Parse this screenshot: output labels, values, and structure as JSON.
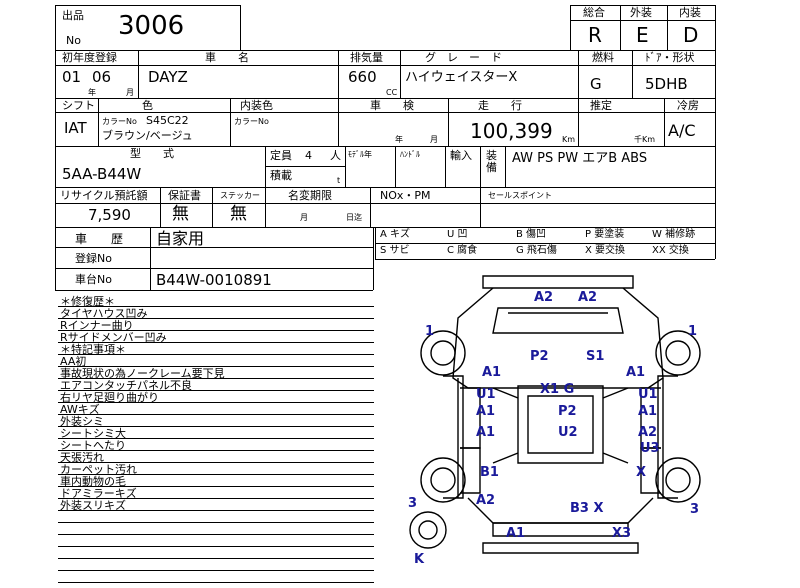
{
  "header": {
    "lot_label_top": "出品",
    "lot_label_bottom": "No",
    "lot_number": "3006",
    "grades": {
      "overall_label": "総合",
      "exterior_label": "外装",
      "interior_label": "内装",
      "overall": "R",
      "exterior": "E",
      "interior": "D"
    }
  },
  "row1": {
    "first_reg_label": "初年度登録",
    "name_label": "車　　名",
    "displacement_label": "排気量",
    "grade_label": "グ　レ　ー　ド",
    "fuel_label": "燃料",
    "door_label": "ﾄﾞｱ・形状",
    "year": "01",
    "month": "06",
    "year_unit": "年",
    "month_unit": "月",
    "car_name": "DAYZ",
    "displacement": "660",
    "cc_unit": "CC",
    "grade": "ハイウェイスターX",
    "fuel": "G",
    "door_shape": "5DHB"
  },
  "row2": {
    "shift_label": "シフト",
    "color_label": "色",
    "interior_color_label": "内装色",
    "inspection_label": "車　　検",
    "mileage_label": "走　　行",
    "estimate_label": "推定",
    "ac_label": "冷房",
    "shift": "IAT",
    "color_no_label": "カラーNo",
    "color_no": "S45C22",
    "color_name": "ブラウン/ベージュ",
    "interior_color_no_label": "カラーNo",
    "inspection_year_unit": "年",
    "inspection_month_unit": "月",
    "mileage": "100,399",
    "km_unit": "Km",
    "thousand_km_unit": "千Km",
    "ac": "A/C"
  },
  "row3": {
    "model_label": "型　　式",
    "capacity_label": "定員",
    "capacity_value": "4",
    "capacity_unit": "人",
    "load_label": "積載",
    "load_unit": "t",
    "model_label2": "ﾓﾃﾞﾙ年",
    "handle_label": "ﾊﾝﾄﾞﾙ",
    "import_label": "輸入",
    "equipment_label": "装備",
    "model": "5AA-B44W",
    "equipment": "AW PS PW エアB ABS"
  },
  "row4": {
    "recycle_label": "リサイクル預託額",
    "warranty_label": "保証書",
    "sticker_label": "ステッカー",
    "name_change_label": "名変期限",
    "nox_label": "NOx・PM",
    "sales_point_label": "セールスポイント",
    "recycle_fee": "7,590",
    "warranty": "無",
    "sticker": "無",
    "name_change_month_unit": "月",
    "name_change_day_unit": "日迄"
  },
  "row5": {
    "history_label": "車　　歴",
    "history": "自家用",
    "registration_label": "登録No",
    "chassis_label": "車台No",
    "chassis_no": "B44W-0010891"
  },
  "damage_key": [
    [
      "A キズ",
      "U 凹",
      "B 傷凹",
      "P 要塗装",
      "W 補修跡"
    ],
    [
      "S サビ",
      "C 腐食",
      "G 飛石傷",
      "X 要交換",
      "XX 交換"
    ]
  ],
  "notes": {
    "repair_header": "＊修復歴＊",
    "repair_items": [
      "タイヤハウス凹み",
      "Rインナー曲り",
      "Rサイドメンバー凹み"
    ],
    "special_header": "＊特記事項＊",
    "special_items": [
      "AA初",
      "事故現状の為ノークレーム要下見",
      "エアコンタッチパネル不良",
      "右リヤ足廻り曲がり",
      "AWキズ",
      "外装シミ",
      "シートシミ大",
      "シートへたり",
      "天張汚れ",
      "カーペット汚れ",
      "車内動物の毛",
      "ドアミラーキズ",
      "外装スリキズ"
    ]
  },
  "diagram_marks": {
    "front_a2_left": "A2",
    "front_a2_right": "A2",
    "tire_fl": "1",
    "tire_fr": "1",
    "p2_front": "P2",
    "s1_front": "S1",
    "a1_l1": "A1",
    "a1_r1": "A1",
    "x1g": "X1 G",
    "u1_l": "U1",
    "u1_r": "U1",
    "a1_l2": "A1",
    "a1_r2": "A1",
    "p2_mid": "P2",
    "a1_l3": "A1",
    "a2_r3": "A2",
    "u2_mid": "U2",
    "u3_r": "U3",
    "b1_l": "B1",
    "x_r": "X",
    "a2_rear_l": "A2",
    "b3x": "B3 X",
    "tire_rl": "3",
    "tire_rr": "3",
    "a1_rear": "A1",
    "x3_rear": "X3",
    "spare_k": "K"
  },
  "colors": {
    "mark_color": "#1a1a9a"
  }
}
